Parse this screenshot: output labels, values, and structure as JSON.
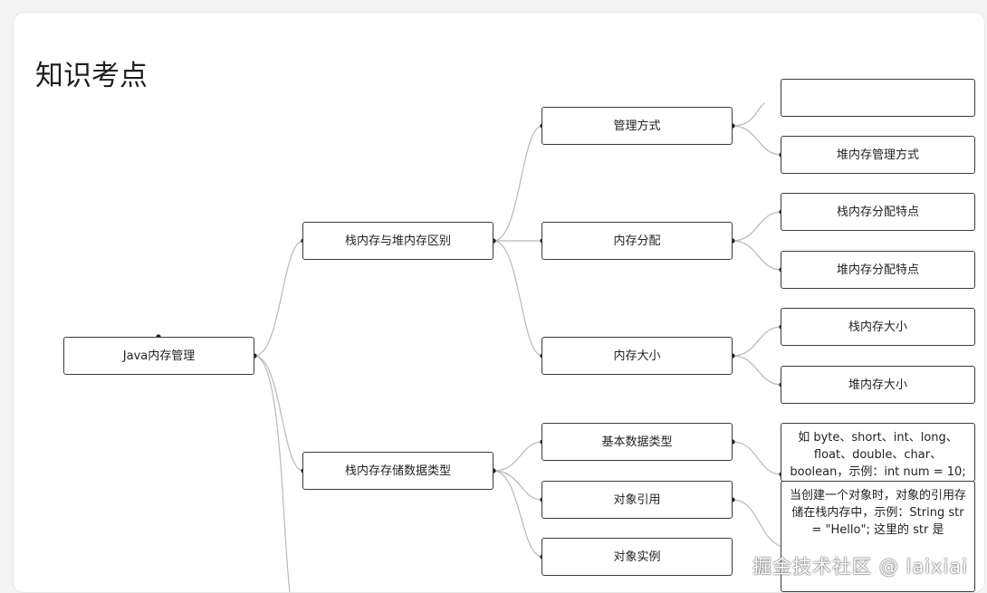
{
  "page": {
    "title": "知识考点"
  },
  "mindmap": {
    "root": "Java内存管理",
    "l1": [
      "栈内存与堆内存区别",
      "栈内存存储数据类型"
    ],
    "l2": [
      "管理方式",
      "内存分配",
      "内存大小",
      "基本数据类型",
      "对象引用",
      "对象实例"
    ],
    "l3": [
      "",
      "堆内存管理方式",
      "栈内存分配特点",
      "堆内存分配特点",
      "栈内存大小",
      "堆内存大小",
      "如 byte、short、int、long、float、double、char、boolean，示例：int num = 10;",
      "当创建一个对象时，对象的引用存储在栈内存中，示例：String str = \"Hello\"; 这里的 str 是"
    ]
  },
  "watermark": "掘金技术社区 @ laixiai",
  "colors": {
    "edge": "#b8b8b8",
    "node_border": "#3a3a3a",
    "text": "#222222"
  }
}
